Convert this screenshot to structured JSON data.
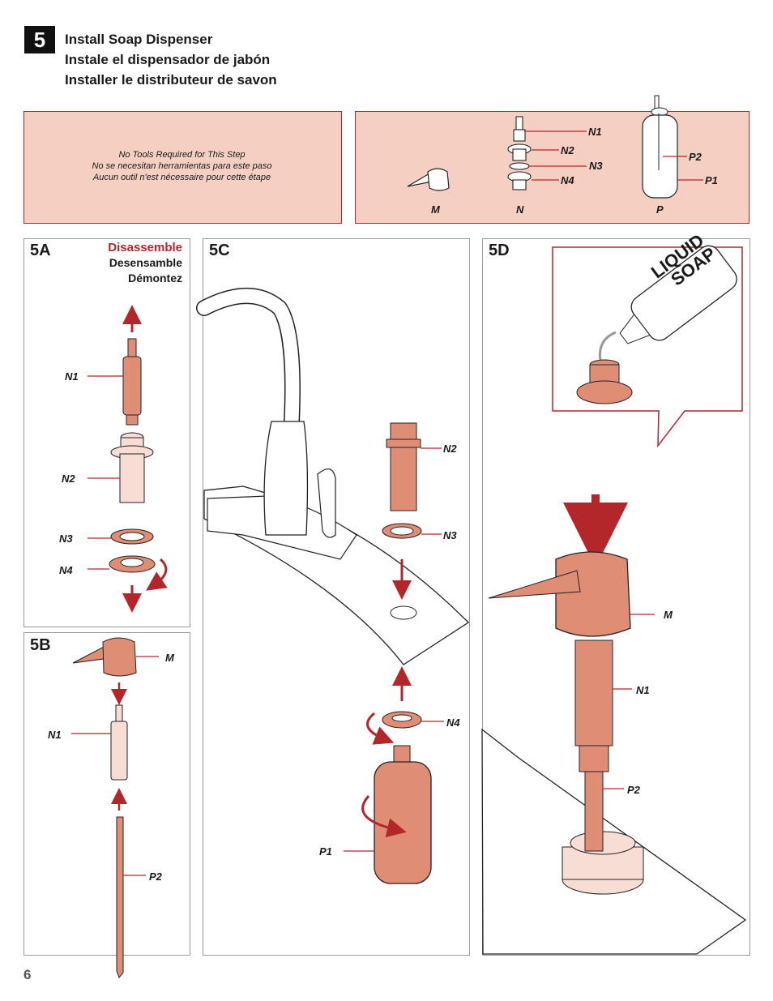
{
  "step": {
    "number": "5",
    "titles": [
      "Install Soap Dispenser",
      "Instale el dispensador de jabón",
      "Installer le distributeur de savon"
    ]
  },
  "tools": {
    "lines": [
      "No Tools Required for This Step",
      "No se necesitan herramientas para este paso",
      "Aucun outil n'est nécessaire pour cette étape"
    ]
  },
  "parts": {
    "labels": {
      "n1": "N1",
      "n2": "N2",
      "n3": "N3",
      "n4": "N4",
      "p2": "P2",
      "p1": "P1",
      "m": "M",
      "n": "N",
      "p": "P"
    }
  },
  "panel_5a": {
    "label": "5A",
    "action": [
      "Disassemble",
      "Desensamble",
      "Démontez"
    ],
    "labels": {
      "n1": "N1",
      "n2": "N2",
      "n3": "N3",
      "n4": "N4"
    }
  },
  "panel_5b": {
    "label": "5B",
    "labels": {
      "m": "M",
      "n1": "N1",
      "p2": "P2"
    }
  },
  "panel_5c": {
    "label": "5C",
    "labels": {
      "n2": "N2",
      "n3": "N3",
      "n4": "N4",
      "p1": "P1"
    }
  },
  "panel_5d": {
    "label": "5D",
    "bottle_text": [
      "LIQUID",
      "SOAP"
    ],
    "labels": {
      "m": "M",
      "n1": "N1",
      "p2": "P2"
    }
  },
  "page_number": "6",
  "colors": {
    "accent": "#b3262a",
    "part_fill": "#e08d76",
    "light_fill": "#f7ddd3",
    "box_bg": "#f5d0c2"
  }
}
